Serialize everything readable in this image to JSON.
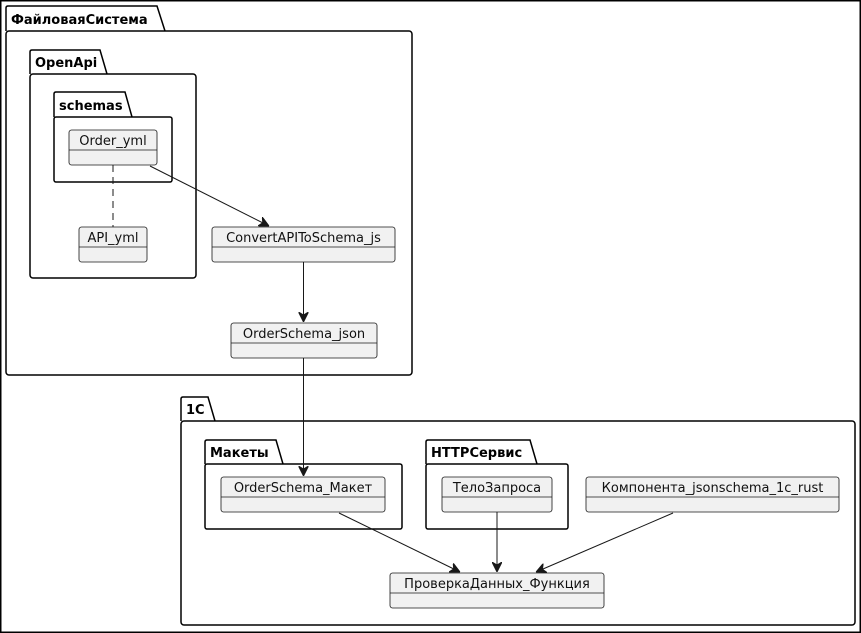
{
  "packages": {
    "fs": "ФайловаяСистема",
    "openapi": "OpenApi",
    "schemas": "schemas",
    "c1": "1С",
    "makety": "Макеты",
    "http": "HTTPСервис"
  },
  "nodes": {
    "order_yml": "Order_yml",
    "api_yml": "API_yml",
    "convert": "ConvertAPIToSchema_js",
    "order_schema_json": "OrderSchema_json",
    "order_schema_maket": "OrderSchema_Макет",
    "telo": "ТелоЗапроса",
    "komponenta": "Компонента_jsonschema_1c_rust",
    "proverka": "ПроверкаДанных_Функция"
  }
}
